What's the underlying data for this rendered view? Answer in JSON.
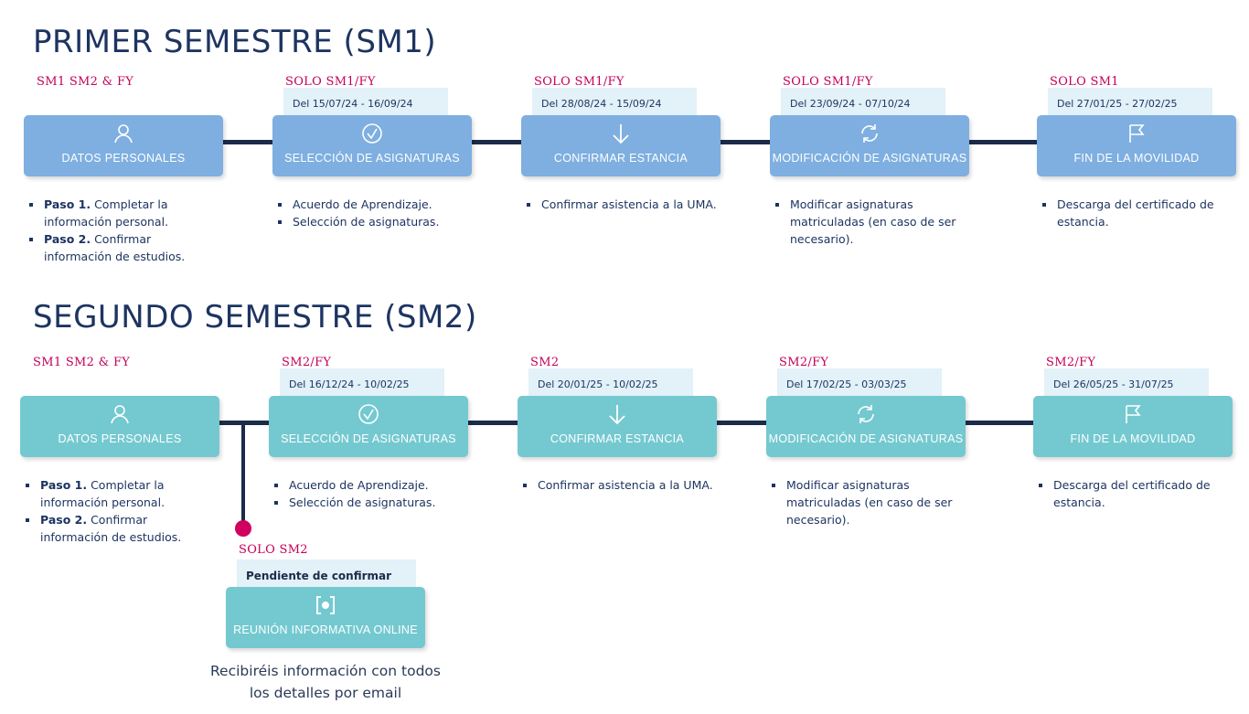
{
  "sections": [
    {
      "title": "PRIMER SEMESTRE (SM1)",
      "steps": [
        {
          "tag": "SM1 SM2 & FY",
          "date": "",
          "label": "DATOS PERSONALES",
          "icon": "user-icon",
          "bullets": [
            {
              "bold": "Paso 1.",
              "text": " Completar la información personal."
            },
            {
              "bold": "Paso 2.",
              "text": " Confirmar información de estudios."
            }
          ]
        },
        {
          "tag": "SOLO SM1/FY",
          "date": "Del 15/07/24 - 16/09/24",
          "label": "SELECCIÓN DE ASIGNATURAS",
          "icon": "check-circle-icon",
          "bullets": [
            {
              "bold": "",
              "text": "Acuerdo de Aprendizaje."
            },
            {
              "bold": "",
              "text": "Selección de asignaturas."
            }
          ]
        },
        {
          "tag": "SOLO SM1/FY",
          "date": "Del 28/08/24 - 15/09/24",
          "label": "CONFIRMAR ESTANCIA",
          "icon": "arrow-down-icon",
          "bullets": [
            {
              "bold": "",
              "text": "Confirmar asistencia a la UMA."
            }
          ]
        },
        {
          "tag": "SOLO SM1/FY",
          "date": "Del 23/09/24 - 07/10/24",
          "label": "MODIFICACIÓN DE ASIGNATURAS",
          "icon": "refresh-icon",
          "bullets": [
            {
              "bold": "",
              "text": "Modificar asignaturas matriculadas (en caso de ser necesario)."
            }
          ]
        },
        {
          "tag": "SOLO SM1",
          "date": "Del 27/01/25 - 27/02/25",
          "label": "FIN DE LA MOVILIDAD",
          "icon": "flag-icon",
          "bullets": [
            {
              "bold": "",
              "text": "Descarga del certificado de estancia."
            }
          ]
        }
      ]
    },
    {
      "title": "SEGUNDO SEMESTRE (SM2)",
      "steps": [
        {
          "tag": "SM1 SM2 & FY",
          "date": "",
          "label": "DATOS PERSONALES",
          "icon": "user-icon",
          "bullets": [
            {
              "bold": "Paso 1.",
              "text": " Completar la información personal."
            },
            {
              "bold": "Paso 2.",
              "text": " Confirmar información de estudios."
            }
          ]
        },
        {
          "tag": "SM2/FY",
          "date": "Del 16/12/24 - 10/02/25",
          "label": "SELECCIÓN DE ASIGNATURAS",
          "icon": "check-circle-icon",
          "bullets": [
            {
              "bold": "",
              "text": "Acuerdo de Aprendizaje."
            },
            {
              "bold": "",
              "text": "Selección de asignaturas."
            }
          ]
        },
        {
          "tag": "SM2",
          "date": "Del 20/01/25 - 10/02/25",
          "label": "CONFIRMAR ESTANCIA",
          "icon": "arrow-down-icon",
          "bullets": [
            {
              "bold": "",
              "text": "Confirmar asistencia a la UMA."
            }
          ]
        },
        {
          "tag": "SM2/FY",
          "date": "Del 17/02/25 - 03/03/25",
          "label": "MODIFICACIÓN DE ASIGNATURAS",
          "icon": "refresh-icon",
          "bullets": [
            {
              "bold": "",
              "text": "Modificar asignaturas matriculadas (en caso de ser necesario)."
            }
          ]
        },
        {
          "tag": "SM2/FY",
          "date": "Del 26/05/25 - 31/07/25",
          "label": "FIN DE LA MOVILIDAD",
          "icon": "flag-icon",
          "bullets": [
            {
              "bold": "",
              "text": "Descarga del certificado de estancia."
            }
          ]
        }
      ]
    }
  ],
  "meeting": {
    "tag": "SOLO SM2",
    "date": "Pendiente de confirmar",
    "label": "REUNIÓN INFORMATIVA ONLINE",
    "icon": "video-meeting-icon",
    "note": "Recibiréis información con todos los detalles por email"
  },
  "colors": {
    "sm1_box": "#7eafe0",
    "sm2_box": "#74c9d0",
    "tag": "#c4005a",
    "line": "#1c2b4a",
    "date_bg": "#e3f1f8",
    "dot": "#d0005f"
  }
}
